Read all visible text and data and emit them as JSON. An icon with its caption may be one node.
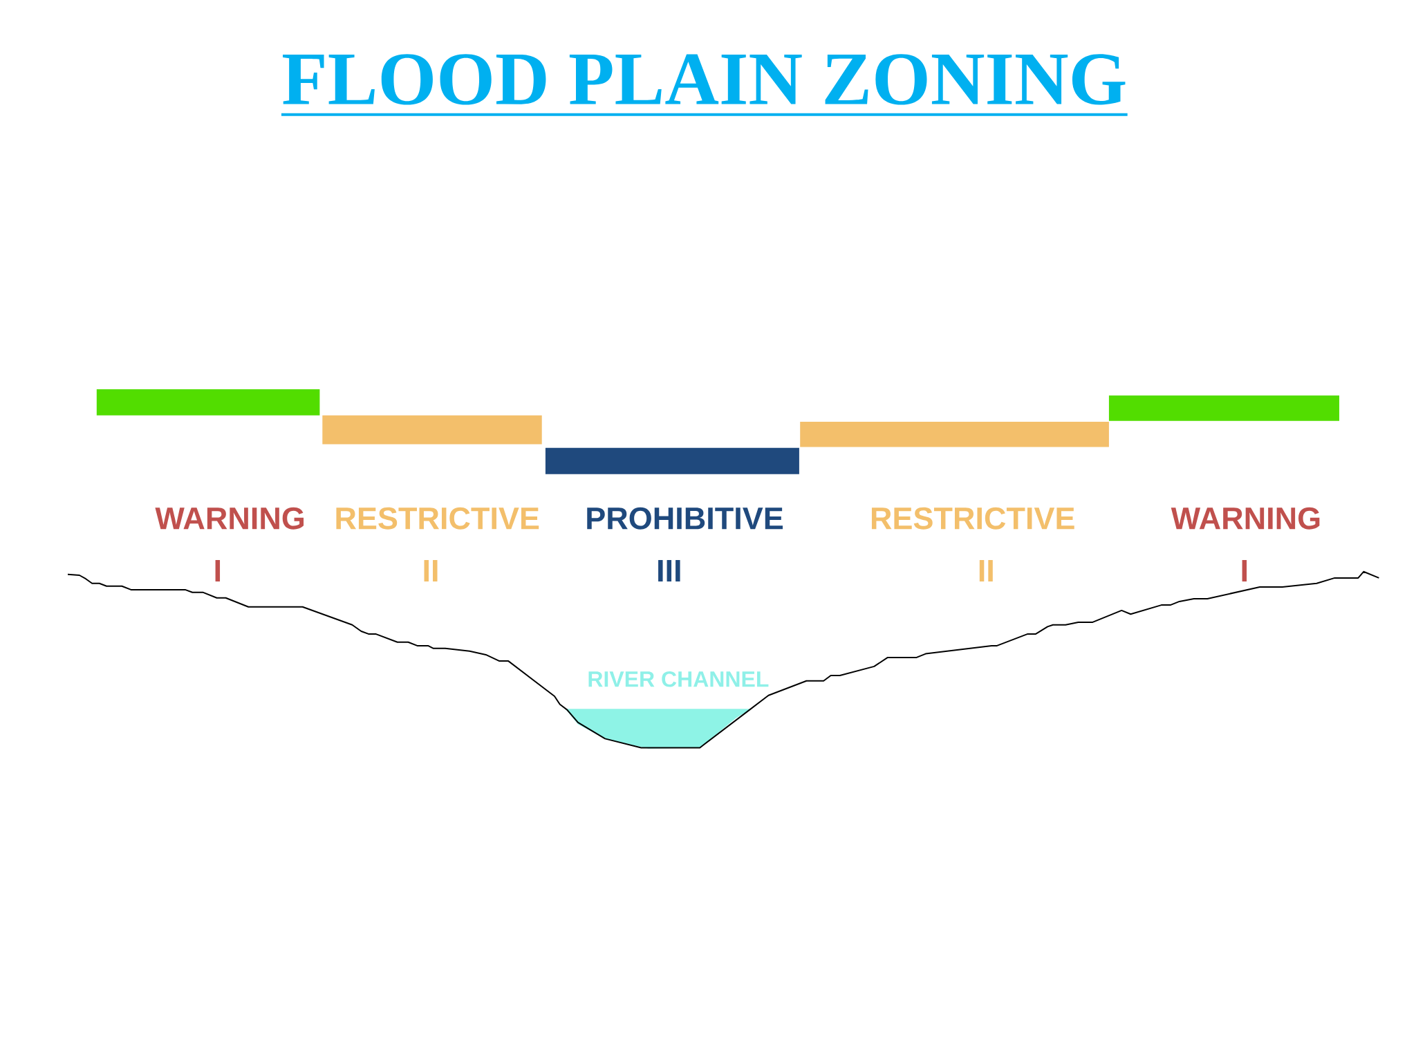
{
  "diagram": {
    "title": "FLOOD PLAIN ZONING",
    "nodes": [
      {
        "text": [],
        "shape": "bar"
      },
      {
        "text": [],
        "shape": "bar"
      },
      {
        "text": [],
        "shape": "bar"
      },
      {
        "text": [],
        "shape": "bar"
      },
      {
        "text": [],
        "shape": "bar"
      }
    ],
    "labels": [
      "WARNING",
      "RESTRICTIVE",
      "PROHIBITIVE",
      "RESTRICTIVE",
      "WARNING",
      "I",
      "II",
      "III",
      "II",
      "I",
      "RIVER CHANNEL"
    ]
  }
}
